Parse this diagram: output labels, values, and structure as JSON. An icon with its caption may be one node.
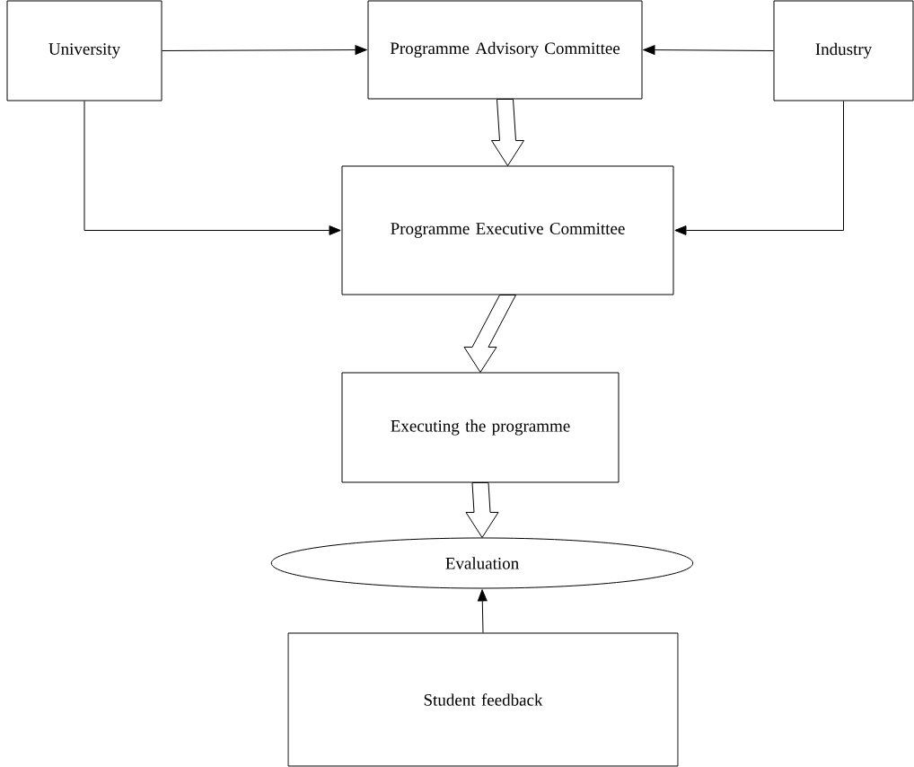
{
  "diagram": {
    "nodes": [
      {
        "text": [
          "University"
        ]
      },
      {
        "text": [
          "Programme Advisory Committee"
        ]
      },
      {
        "text": [
          "Industry"
        ]
      },
      {
        "text": [
          "Programme Executive Committee"
        ]
      },
      {
        "text": [
          "Executing the programme"
        ]
      },
      {
        "text": [
          "Evaluation"
        ]
      },
      {
        "text": [
          "Student feedback"
        ]
      }
    ],
    "edges": [
      {
        "from": 0,
        "to": 1,
        "arrow": "to"
      },
      {
        "from": 2,
        "to": 1,
        "arrow": "to"
      },
      {
        "from": 0,
        "to": 3,
        "arrow": "to"
      },
      {
        "from": 2,
        "to": 3,
        "arrow": "to"
      },
      {
        "from": 1,
        "to": 3,
        "arrow": "to",
        "style": "thick"
      },
      {
        "from": 3,
        "to": 4,
        "arrow": "to",
        "style": "thick"
      },
      {
        "from": 4,
        "to": 5,
        "arrow": "to",
        "style": "thick"
      },
      {
        "from": 6,
        "to": 5,
        "arrow": "to"
      }
    ]
  }
}
